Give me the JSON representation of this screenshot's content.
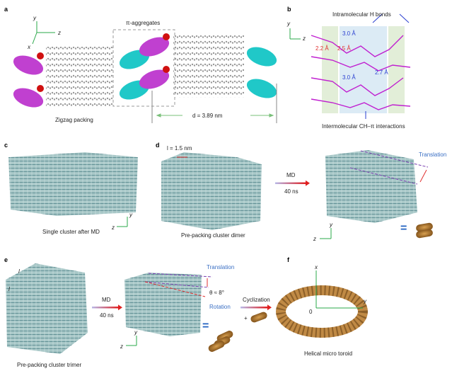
{
  "panels": {
    "a": {
      "label": "a",
      "title": "π-aggregates",
      "caption": "Zigzag packing",
      "distance": "d = 3.89 nm",
      "axes": {
        "y": "y",
        "z": "z",
        "x": "x"
      }
    },
    "b": {
      "label": "b",
      "top": "Intramolecular H bonds",
      "bottom": "Intermolecular CH–π interactions",
      "d1": "2.2 Å",
      "d2": "2.5 Å",
      "d3": "3.0 Å",
      "d4": "3.0 Å",
      "d5": "2.7 Å",
      "axes": {
        "y": "y",
        "z": "z"
      }
    },
    "c": {
      "label": "c",
      "caption": "Single cluster after MD",
      "axes": {
        "y": "y",
        "z": "z"
      }
    },
    "d": {
      "label": "d",
      "length": "l = 1.5 nm",
      "caption": "Pre-packing cluster dimer",
      "arrow_top": "MD",
      "arrow_bottom": "40 ns",
      "translation": "Translation",
      "equals": "=",
      "axes": {
        "y": "y",
        "z": "z"
      }
    },
    "e": {
      "label": "e",
      "l1": "l",
      "l2": "l",
      "caption": "Pre-packing cluster trimer",
      "arrow_top": "MD",
      "arrow_bottom": "40 ns",
      "translation": "Translation",
      "angle": "θ ≈ 8°",
      "rotation": "Rotation",
      "equals": "=",
      "cyclization": "Cyclization",
      "plus": "+",
      "axes": {
        "y": "y",
        "z": "z"
      }
    },
    "f": {
      "label": "f",
      "caption": "Helical micro toroid",
      "axes": {
        "x": "x",
        "y": "y",
        "o": "0"
      }
    }
  },
  "colors": {
    "axis": "#2aa84a",
    "magenta": "#c040d0",
    "cyan": "#20c8c8",
    "cluster": "#8fb8b8",
    "capsule": "#b07a30",
    "arrow": "#e02020"
  }
}
